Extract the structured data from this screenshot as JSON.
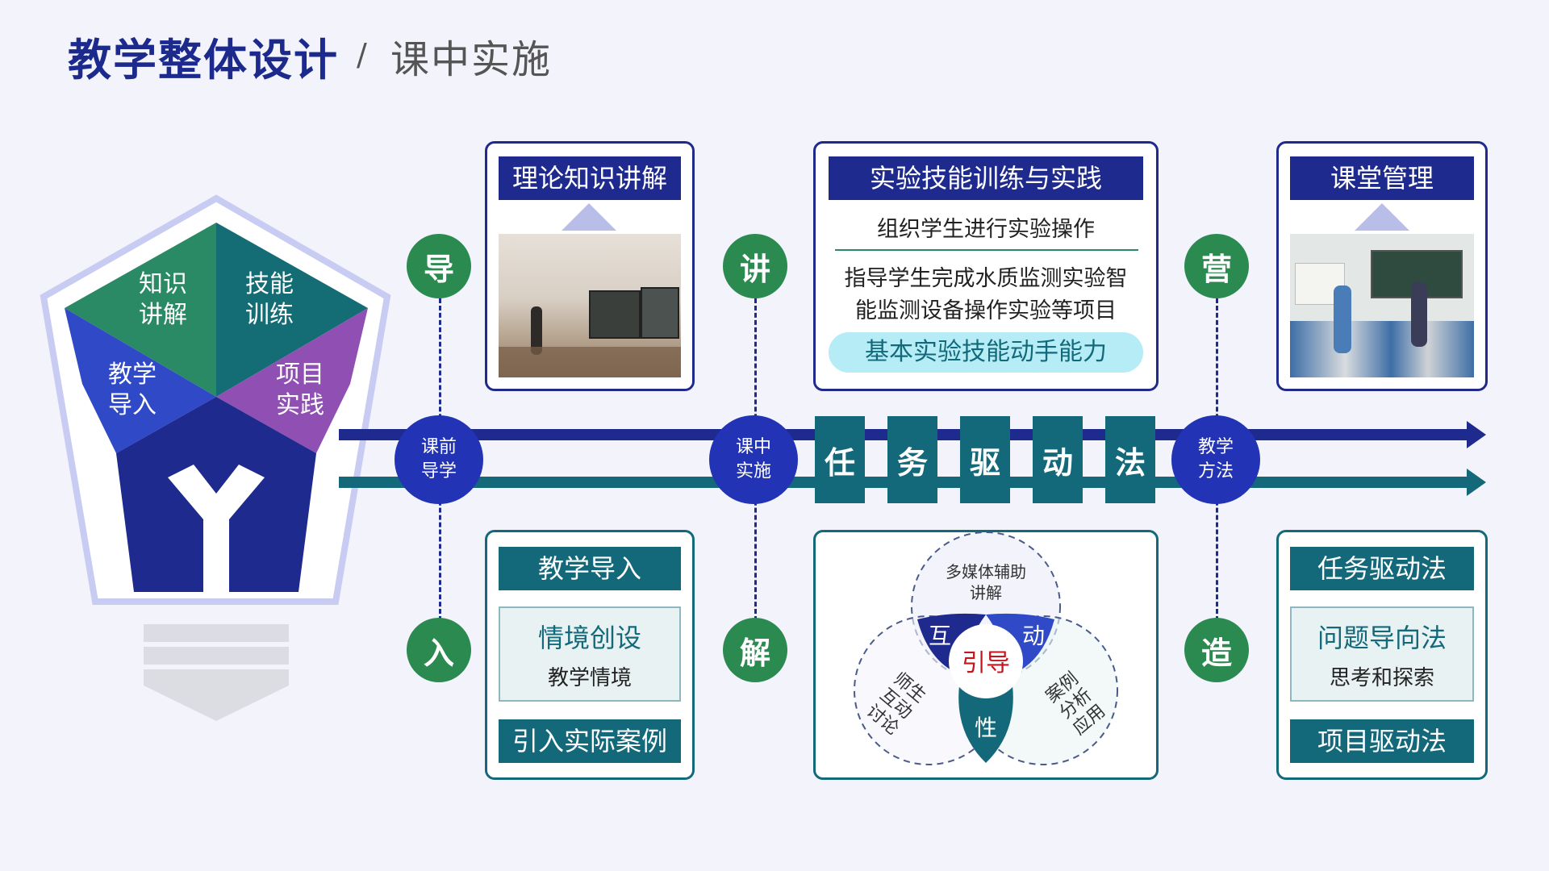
{
  "title": {
    "main": "教学整体设计",
    "separator": "/",
    "sub": "课中实施"
  },
  "pentagon": {
    "segments": [
      {
        "line1": "知识",
        "line2": "讲解",
        "color": "#2a8a66"
      },
      {
        "line1": "技能",
        "line2": "训练",
        "color": "#146c74"
      },
      {
        "line1": "教学",
        "line2": "导入",
        "color": "#2f49c7"
      },
      {
        "line1": "项目",
        "line2": "实践",
        "color": "#8f4fb3"
      }
    ],
    "core_color": "#1e2a8e",
    "outline_color": "#c8ccf3"
  },
  "flow": {
    "green_circles": [
      {
        "top": "导",
        "bottom": "入"
      },
      {
        "top": "讲",
        "bottom": "解"
      },
      {
        "top": "营",
        "bottom": "造"
      }
    ],
    "blue_circles": [
      {
        "line1": "课前",
        "line2": "导学"
      },
      {
        "line1": "课中",
        "line2": "实施"
      },
      {
        "line1": "教学",
        "line2": "方法"
      }
    ],
    "task_chars": [
      "任",
      "务",
      "驱",
      "动",
      "法"
    ],
    "arrow_colors": {
      "top": "#1e2a8e",
      "bottom": "#13697a"
    }
  },
  "cards": {
    "theory": {
      "header": "理论知识讲解"
    },
    "experiment": {
      "header": "实验技能训练与实践",
      "line1": "组织学生进行实验操作",
      "line2a": "指导学生完成水质监测实验智",
      "line2b": "能监测设备操作实验等项目",
      "highlight": "基本实验技能动手能力"
    },
    "classroom": {
      "header": "课堂管理"
    },
    "intro": {
      "header": "教学导入",
      "panel_title": "情境创设",
      "panel_sub": "教学情境",
      "footer": "引入实际案例"
    },
    "venn": {
      "top": {
        "line1": "多媒体辅助",
        "line2": "讲解"
      },
      "left": {
        "line1": "师生",
        "line2": "互动",
        "line3": "讨论"
      },
      "right": {
        "line1": "案例",
        "line2": "分析",
        "line3": "应用"
      },
      "hu": "互",
      "dong": "动",
      "xing": "性",
      "center": "引导"
    },
    "methods": {
      "header": "任务驱动法",
      "panel_title": "问题导向法",
      "panel_sub": "思考和探索",
      "footer": "项目驱动法"
    }
  }
}
